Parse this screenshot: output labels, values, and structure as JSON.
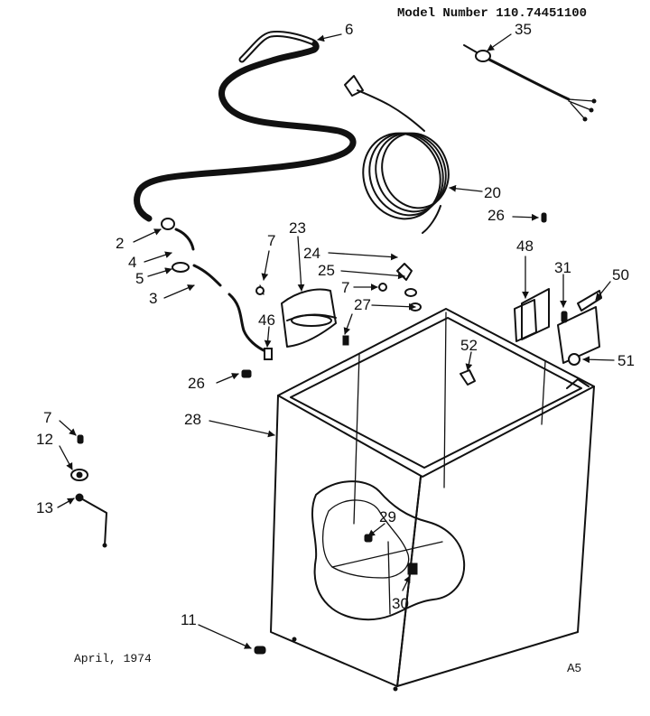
{
  "model_number": "Model Number 110.74451100",
  "date": "April, 1974",
  "page_code": "A5",
  "part_labels": {
    "p6": "6",
    "p35": "35",
    "p20": "20",
    "p26_top": "26",
    "p2": "2",
    "p4": "4",
    "p5": "5",
    "p3": "3",
    "p7_a": "7",
    "p23": "23",
    "p24": "24",
    "p25": "25",
    "p7_b": "7",
    "p27": "27",
    "p46": "46",
    "p48": "48",
    "p31": "31",
    "p50": "50",
    "p51": "51",
    "p52": "52",
    "p26_mid": "26",
    "p28": "28",
    "p7_c": "7",
    "p12": "12",
    "p13": "13",
    "p29": "29",
    "p30": "30",
    "p11": "11"
  }
}
